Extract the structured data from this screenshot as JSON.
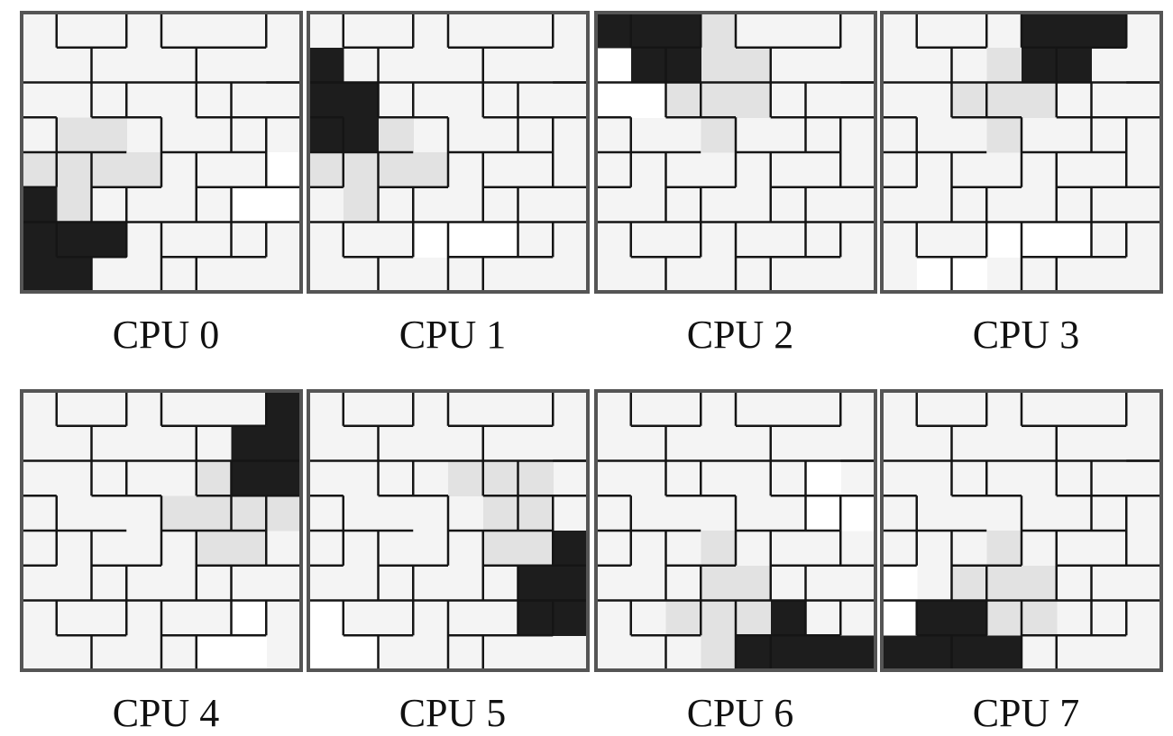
{
  "colors": {
    "background": "#ffffff",
    "tile_fill": "#f4f4f4",
    "blank_fill": "#ffffff",
    "neighbor_fill": "#e2e2e2",
    "owned_fill": "#1d1d1d",
    "owned_fill_alt": "#111111",
    "frame": "#555555",
    "line": "#151515"
  },
  "panels": [
    {
      "label": "CPU 0",
      "owned": [
        [
          0,
          5
        ],
        [
          0,
          6
        ],
        [
          0,
          7
        ],
        [
          1,
          6
        ],
        [
          1,
          7
        ],
        [
          2,
          6
        ]
      ],
      "neighbor": [
        [
          0,
          4
        ],
        [
          1,
          3
        ],
        [
          1,
          4
        ],
        [
          1,
          5
        ],
        [
          2,
          3
        ],
        [
          2,
          4
        ],
        [
          3,
          4
        ]
      ],
      "blank": [
        [
          7,
          4
        ],
        [
          7,
          5
        ],
        [
          6,
          5
        ]
      ]
    },
    {
      "label": "CPU 1",
      "owned": [
        [
          0,
          1
        ],
        [
          0,
          2
        ],
        [
          0,
          3
        ],
        [
          1,
          2
        ],
        [
          1,
          3
        ]
      ],
      "neighbor": [
        [
          0,
          4
        ],
        [
          1,
          4
        ],
        [
          1,
          5
        ],
        [
          2,
          3
        ],
        [
          2,
          4
        ],
        [
          3,
          4
        ]
      ],
      "blank": [
        [
          3,
          6
        ],
        [
          4,
          6
        ],
        [
          5,
          6
        ]
      ]
    },
    {
      "label": "CPU 2",
      "owned": [
        [
          0,
          0
        ],
        [
          1,
          0
        ],
        [
          2,
          0
        ],
        [
          1,
          1
        ],
        [
          2,
          1
        ]
      ],
      "neighbor": [
        [
          2,
          1
        ],
        [
          3,
          1
        ],
        [
          4,
          1
        ],
        [
          3,
          0
        ],
        [
          3,
          2
        ],
        [
          4,
          2
        ],
        [
          3,
          3
        ],
        [
          2,
          2
        ]
      ],
      "blank": [
        [
          0,
          1
        ],
        [
          0,
          2
        ],
        [
          1,
          2
        ]
      ]
    },
    {
      "label": "CPU 3",
      "owned": [
        [
          4,
          0
        ],
        [
          5,
          0
        ],
        [
          6,
          0
        ],
        [
          5,
          1
        ],
        [
          4,
          1
        ]
      ],
      "neighbor": [
        [
          3,
          1
        ],
        [
          2,
          2
        ],
        [
          3,
          2
        ],
        [
          4,
          2
        ],
        [
          3,
          3
        ]
      ],
      "blank": [
        [
          1,
          7
        ],
        [
          2,
          7
        ],
        [
          3,
          6
        ],
        [
          4,
          6
        ],
        [
          5,
          6
        ]
      ]
    },
    {
      "label": "CPU 4",
      "owned": [
        [
          7,
          0
        ],
        [
          7,
          1
        ],
        [
          7,
          2
        ],
        [
          6,
          1
        ],
        [
          6,
          2
        ]
      ],
      "neighbor": [
        [
          5,
          2
        ],
        [
          5,
          3
        ],
        [
          6,
          3
        ],
        [
          7,
          3
        ],
        [
          4,
          3
        ],
        [
          5,
          4
        ],
        [
          6,
          4
        ]
      ],
      "blank": [
        [
          5,
          7
        ],
        [
          6,
          7
        ],
        [
          6,
          6
        ]
      ]
    },
    {
      "label": "CPU 5",
      "owned": [
        [
          7,
          4
        ],
        [
          7,
          5
        ],
        [
          7,
          6
        ],
        [
          6,
          5
        ],
        [
          6,
          6
        ]
      ],
      "neighbor": [
        [
          5,
          3
        ],
        [
          6,
          3
        ],
        [
          4,
          2
        ],
        [
          5,
          2
        ],
        [
          6,
          2
        ],
        [
          5,
          4
        ],
        [
          6,
          4
        ]
      ],
      "blank": [
        [
          0,
          6
        ],
        [
          0,
          7
        ],
        [
          1,
          7
        ]
      ]
    },
    {
      "label": "CPU 6",
      "owned": [
        [
          5,
          6
        ],
        [
          5,
          7
        ],
        [
          6,
          7
        ],
        [
          7,
          7
        ],
        [
          4,
          7
        ]
      ],
      "neighbor": [
        [
          3,
          5
        ],
        [
          3,
          6
        ],
        [
          4,
          6
        ],
        [
          2,
          6
        ],
        [
          3,
          4
        ],
        [
          4,
          5
        ],
        [
          3,
          7
        ]
      ],
      "blank": [
        [
          6,
          2
        ],
        [
          6,
          3
        ],
        [
          7,
          3
        ]
      ]
    },
    {
      "label": "CPU 7",
      "owned": [
        [
          1,
          6
        ],
        [
          1,
          7
        ],
        [
          2,
          6
        ],
        [
          2,
          7
        ],
        [
          3,
          7
        ],
        [
          0,
          7
        ]
      ],
      "neighbor": [
        [
          3,
          5
        ],
        [
          3,
          6
        ],
        [
          4,
          6
        ],
        [
          2,
          5
        ],
        [
          4,
          5
        ],
        [
          3,
          4
        ],
        [
          3,
          7
        ]
      ],
      "blank": [
        [
          0,
          6
        ],
        [
          0,
          5
        ]
      ]
    }
  ]
}
